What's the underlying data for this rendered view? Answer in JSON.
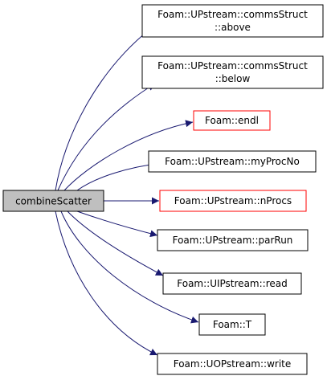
{
  "graph": {
    "root": {
      "label": "combineScatter",
      "fill": "#bfbfbf",
      "border": "#000000"
    },
    "edge_color": "#191970",
    "nodes": [
      {
        "lines": [
          "Foam::UPstream::commsStruct",
          "::above"
        ],
        "border": "#000000"
      },
      {
        "lines": [
          "Foam::UPstream::commsStruct",
          "::below"
        ],
        "border": "#000000"
      },
      {
        "lines": [
          "Foam::endl"
        ],
        "border": "#ff0000"
      },
      {
        "lines": [
          "Foam::UPstream::myProcNo"
        ],
        "border": "#000000"
      },
      {
        "lines": [
          "Foam::UPstream::nProcs"
        ],
        "border": "#ff0000"
      },
      {
        "lines": [
          "Foam::UPstream::parRun"
        ],
        "border": "#000000"
      },
      {
        "lines": [
          "Foam::UIPstream::read"
        ],
        "border": "#000000"
      },
      {
        "lines": [
          "Foam::T"
        ],
        "border": "#000000"
      },
      {
        "lines": [
          "Foam::UOPstream::write"
        ],
        "border": "#000000"
      }
    ]
  }
}
